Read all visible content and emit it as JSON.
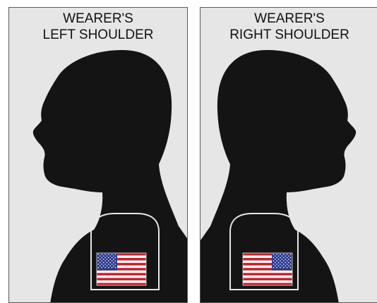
{
  "panels": [
    {
      "caption_line1": "WEARER'S",
      "caption_line2": "LEFT SHOULDER",
      "facing": "left",
      "flag": "union-left"
    },
    {
      "caption_line1": "WEARER'S",
      "caption_line2": "RIGHT SHOULDER",
      "facing": "right",
      "flag": "union-right"
    }
  ],
  "colors": {
    "panel_background": "#e6e6e6",
    "silhouette": "#141414",
    "sleeve_outline": "#e8e8e8",
    "flag_red": "#c8202c",
    "flag_white": "#ffffff",
    "flag_blue": "#2a3a8c"
  }
}
